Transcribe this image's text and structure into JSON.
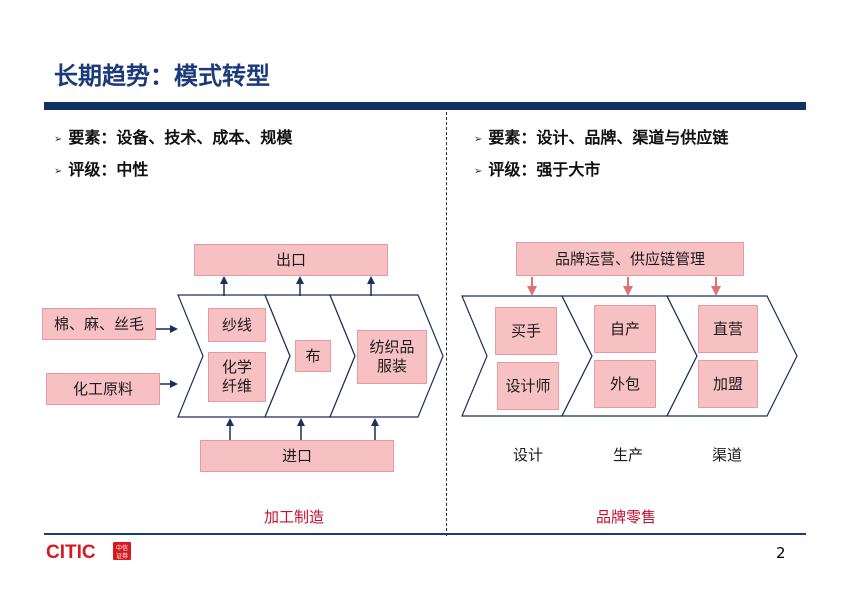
{
  "title": "长期趋势：模式转型",
  "left": {
    "bullets": [
      {
        "label": "要素：设备、技术、成本、规模"
      },
      {
        "label": "评级：中性"
      }
    ],
    "export_box": "出口",
    "import_box": "进口",
    "inputs": [
      "棉、麻、丝毛",
      "化工原料"
    ],
    "stage1": [
      "纱线",
      "化学\n纤维"
    ],
    "stage2": "布",
    "stage3": "纺织品\n服装",
    "caption": "加工制造"
  },
  "right": {
    "bullets": [
      {
        "label": "要素：设计、品牌、渠道与供应链"
      },
      {
        "label": "评级：强于大市"
      }
    ],
    "top_box": "品牌运营、供应链管理",
    "stage1": [
      "买手",
      "设计师"
    ],
    "stage2": [
      "自产",
      "外包"
    ],
    "stage3": [
      "直营",
      "加盟"
    ],
    "stage_labels": [
      "设计",
      "生产",
      "渠道"
    ],
    "caption": "品牌零售"
  },
  "footer": {
    "logo_text": "CITIC",
    "logo_cn": [
      "中信",
      "证券"
    ],
    "page_number": "2"
  },
  "colors": {
    "navy": "#123263",
    "pink_fill": "#f7c0c3",
    "pink_border": "#e89aa1",
    "arrow_pink": "#e0707a",
    "arrow_navy": "#1a2f5a",
    "caption_red": "#c8102e",
    "logo_red": "#d71920"
  }
}
